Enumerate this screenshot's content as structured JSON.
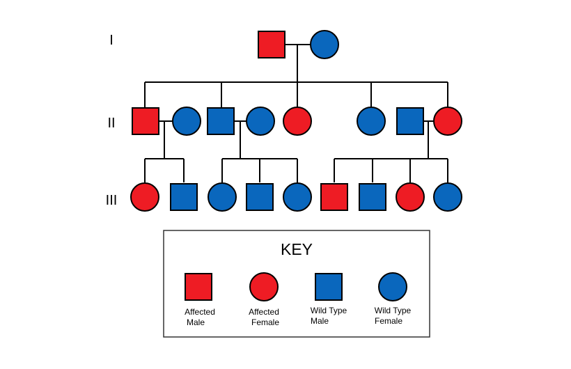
{
  "generations": [
    {
      "id": "gen-1",
      "label": "I"
    },
    {
      "id": "gen-2",
      "label": "II"
    },
    {
      "id": "gen-3",
      "label": "III"
    }
  ],
  "colors": {
    "affected": "#ee1c24",
    "wild_type": "#0a67bd",
    "outline": "#000000",
    "background": "#ffffff"
  },
  "pedigree": {
    "generation_1": [
      {
        "sex": "male",
        "status": "affected"
      },
      {
        "sex": "female",
        "status": "wild_type"
      }
    ],
    "generation_2": [
      {
        "sex": "male",
        "status": "affected"
      },
      {
        "sex": "female",
        "status": "wild_type"
      },
      {
        "sex": "male",
        "status": "wild_type"
      },
      {
        "sex": "female",
        "status": "wild_type"
      },
      {
        "sex": "female",
        "status": "affected"
      },
      {
        "sex": "female",
        "status": "wild_type"
      },
      {
        "sex": "male",
        "status": "wild_type"
      },
      {
        "sex": "female",
        "status": "affected"
      }
    ],
    "generation_3": [
      {
        "sex": "female",
        "status": "affected"
      },
      {
        "sex": "male",
        "status": "wild_type"
      },
      {
        "sex": "female",
        "status": "wild_type"
      },
      {
        "sex": "male",
        "status": "wild_type"
      },
      {
        "sex": "female",
        "status": "wild_type"
      },
      {
        "sex": "male",
        "status": "affected"
      },
      {
        "sex": "male",
        "status": "wild_type"
      },
      {
        "sex": "female",
        "status": "affected"
      },
      {
        "sex": "female",
        "status": "wild_type"
      }
    ]
  },
  "key": {
    "title": "KEY",
    "items": [
      {
        "line1": "Affected",
        "line2": "Male",
        "sex": "male",
        "status": "affected"
      },
      {
        "line1": "Affected",
        "line2": "Female",
        "sex": "female",
        "status": "affected"
      },
      {
        "line1": "Wild Type",
        "line2": "Male",
        "sex": "male",
        "status": "wild_type"
      },
      {
        "line1": "Wild Type",
        "line2": "Female",
        "sex": "female",
        "status": "wild_type"
      }
    ]
  }
}
